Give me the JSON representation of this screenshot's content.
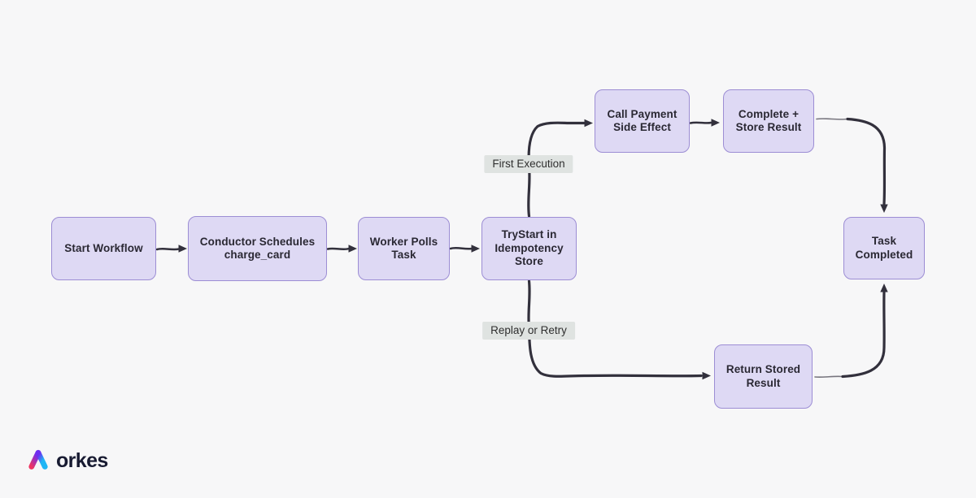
{
  "diagram": {
    "nodes": [
      {
        "label": "Start Workflow"
      },
      {
        "label": "Conductor Schedules charge_card"
      },
      {
        "label": "Worker Polls Task"
      },
      {
        "label": "TryStart in Idempotency Store"
      },
      {
        "label": "Call Payment Side Effect"
      },
      {
        "label": "Complete + Store Result"
      },
      {
        "label": "Task Completed"
      },
      {
        "label": "Return Stored Result"
      }
    ],
    "edge_labels": [
      {
        "text": "First Execution"
      },
      {
        "text": "Replay or Retry"
      }
    ],
    "colors": {
      "background": "#f7f7f8",
      "node_fill": "#ded9f4",
      "node_border": "#9c8dd4",
      "node_text": "#2a2833",
      "edge_label_bg": "#dfe3e1",
      "edge_label_text": "#2f2f2f",
      "arrow": "#32303c",
      "logo_text": "#181b32",
      "logo_purple": "#6d2ef1",
      "logo_pink": "#ee3462",
      "logo_cyan": "#1fb6f5"
    }
  },
  "logo": {
    "text": "orkes"
  },
  "icons": [
    {
      "name": "orkes-triangle-logo-icon"
    },
    {
      "name": "arrowhead-icon"
    }
  ]
}
